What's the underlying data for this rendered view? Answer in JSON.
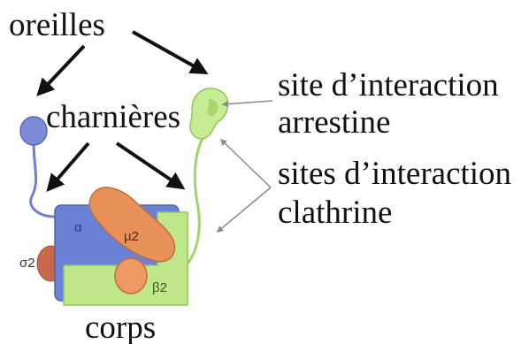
{
  "labels": {
    "oreilles": "oreilles",
    "charnieres": "charnières",
    "corps": "corps",
    "arrestine_line1": "site d’interaction",
    "arrestine_line2": "arrestine",
    "clathrine_line1": "sites d’interaction",
    "clathrine_line2": "clathrine"
  },
  "subunits": {
    "alpha": "α",
    "mu2": "µ2",
    "sigma2": "σ2",
    "beta2": "β2"
  },
  "colors": {
    "alpha": "#6a82d6",
    "beta2": "#bfe68a",
    "mu2": "#e8915a",
    "sigma2": "#c8684c",
    "ear_alpha": "#6f7fd0",
    "ear_beta": "#b8e07a",
    "arrow_black": "#111111",
    "arrow_gray": "#8a8a8a"
  }
}
